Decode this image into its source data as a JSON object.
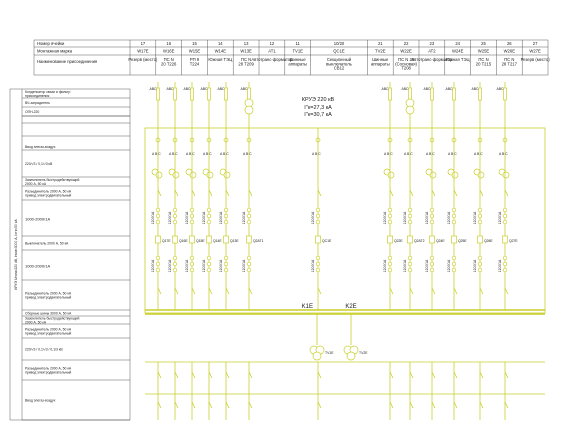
{
  "header": {
    "row_labels": [
      "Номер ячейки",
      "Монтажная марка",
      "Наименование присоединения"
    ],
    "cells": [
      {
        "num": "17",
        "mark": "W17E",
        "name": "Резерв (место)"
      },
      {
        "num": "16",
        "mark": "W16E",
        "name": "ПС N 20 Т226"
      },
      {
        "num": "15",
        "mark": "W15E",
        "name": "РП 9 Т224"
      },
      {
        "num": "14",
        "mark": "W14E",
        "name": "Южная ТЭЦ"
      },
      {
        "num": "13",
        "mark": "W13E",
        "name": "ПС N 28 Т209"
      },
      {
        "num": "12",
        "mark": "AT1",
        "name": "Автотранс-форматор"
      },
      {
        "num": "11",
        "mark": "TV1E",
        "name": "Шинные аппараты"
      },
      {
        "num": "10/20",
        "mark": "QC1E",
        "name": "Секционный выключатель СВ12"
      },
      {
        "num": "21",
        "mark": "TV2E",
        "name": "Шинные аппараты"
      },
      {
        "num": "22",
        "mark": "W22E",
        "name": "ПС N 28 (Сосновая) Т208"
      },
      {
        "num": "23",
        "mark": "AT2",
        "name": "Автотранс-форматор"
      },
      {
        "num": "24",
        "mark": "W24E",
        "name": "Южная ТЭЦ"
      },
      {
        "num": "25",
        "mark": "W25E",
        "name": "ПС N 20 Т215"
      },
      {
        "num": "26",
        "mark": "W26E",
        "name": "ПС N 28 Т217"
      },
      {
        "num": "27",
        "mark": "W27E",
        "name": "Резерв (место)"
      }
    ]
  },
  "left_rows": [
    "Конденсатор связи и фильтр присоединения",
    "ВЧ-заградитель",
    "ОПН-220",
    "Ввод элегаз-воздух",
    "220/√3 / 0,1/√3 кВ",
    "Заземлитель быстродействующий 2000 А, 50 кА",
    "Разъединитель 2000 А, 50 кА привод электродвигательный",
    "1000-2000/1А",
    "Выключатель 2000 А, 50 кА",
    "1000-2000/1А",
    "Разъединитель 2000 А, 50 кА привод электродвигательный",
    "Сборные шины 3000 А, 50 кА",
    "Заземлитель быстродействующий 2000 А, 50 кА",
    "Разъединитель 2000 А, 50 кА привод электродвигательный",
    "220/√3 / 0,1/√3 / 0,1/3 кВ",
    "Разъединитель 2000 А, 50 кА привод электродвигательный",
    "Ввод элегаз-воздух"
  ],
  "side_label": "КРУЭ Uном=220 кВ, Iном=3000 А, Iотк=50 кА",
  "title": {
    "line1": "КРУЭ 220 кВ",
    "line2": "I''к=27,3 кА",
    "line3": "I''к=30,7 кА"
  },
  "section": {
    "k1": "K1E",
    "k2": "K2E",
    "tv1": "TV1E",
    "tv2": "TV2E"
  },
  "abc": "A B C",
  "breakers": [
    "Q17E",
    "Q16E",
    "Q15E",
    "Q14E",
    "Q13E",
    "Q2AT1",
    "QC1E",
    "Q22E",
    "Q2AT2",
    "Q24E",
    "Q25E",
    "Q26E",
    "Q27E"
  ],
  "colors": {
    "wire": "#c8cf2a",
    "grid": "#333333"
  }
}
